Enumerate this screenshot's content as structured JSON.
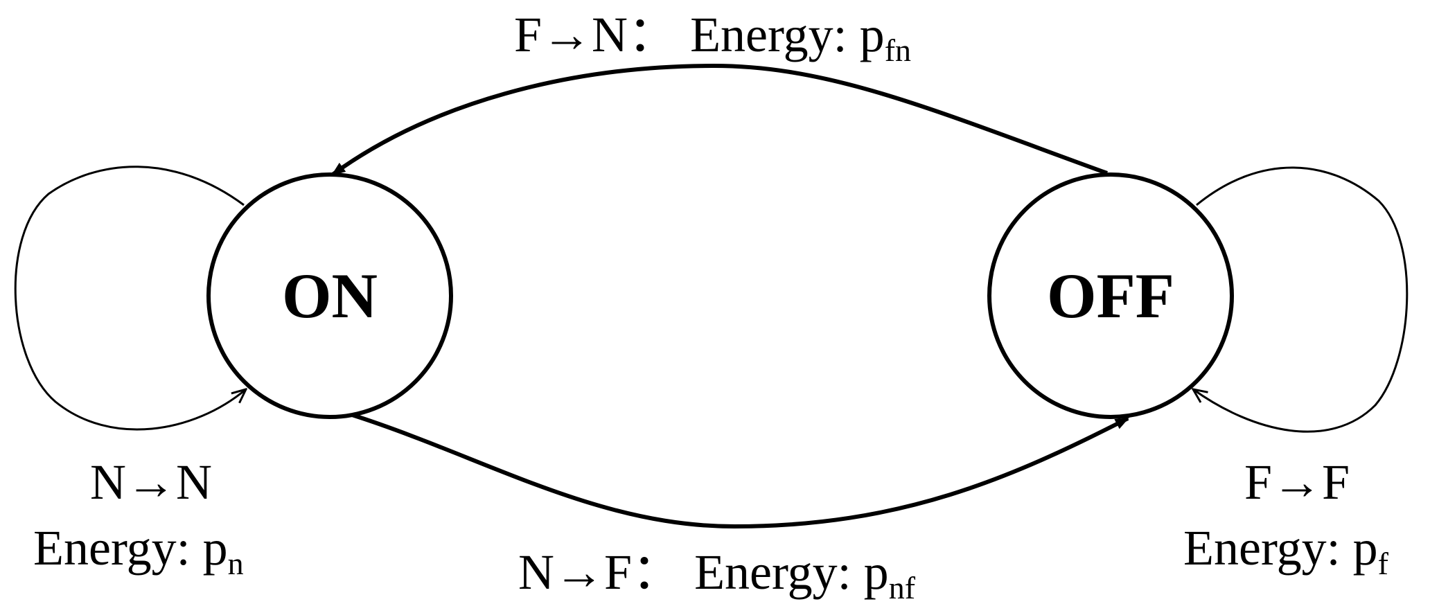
{
  "states": {
    "on": {
      "label": "ON"
    },
    "off": {
      "label": "OFF"
    }
  },
  "transitions": {
    "off_to_on": {
      "transition": "F→N",
      "separator": "：",
      "energy_prefix": "Energy: p",
      "energy_subscript": "fn"
    },
    "on_to_off": {
      "transition": "N→F",
      "separator": "：",
      "energy_prefix": "Energy: p",
      "energy_subscript": "nf"
    },
    "on_self_loop": {
      "transition": "N→N",
      "energy_prefix": "Energy: p",
      "energy_subscript": "n"
    },
    "off_self_loop": {
      "transition": "F→F",
      "energy_prefix": "Energy: p",
      "energy_subscript": "f"
    }
  },
  "colors": {
    "stroke": "#000000",
    "background": "#ffffff"
  }
}
